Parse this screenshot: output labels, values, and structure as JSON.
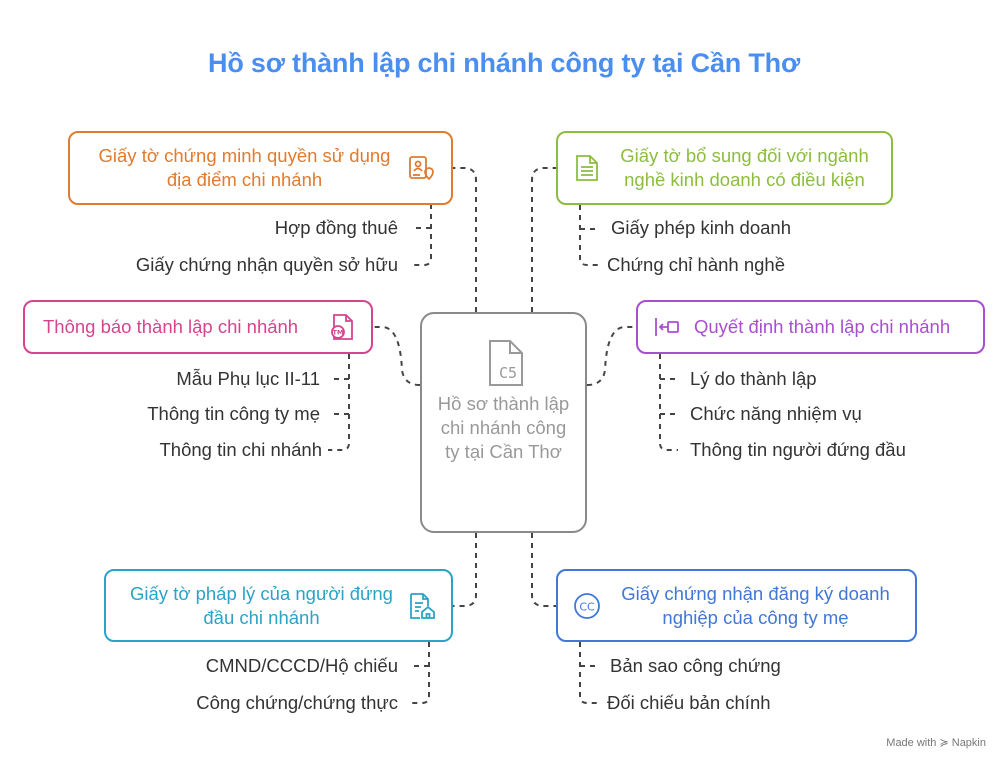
{
  "title": "Hồ sơ thành lập chi nhánh công ty tại Cần Thơ",
  "center": {
    "label": "Hồ sơ thành lập chi nhánh công ty tại Cần Thơ",
    "icon": "document-c5-icon",
    "icon_text": "C5",
    "color": "#8a8a8a"
  },
  "nodes": [
    {
      "label": "Giấy tờ chứng minh quyền sử dụng địa điểm chi nhánh",
      "color": "#e07b2f",
      "icon": "id-card-location-icon",
      "children": [
        "Hợp đồng thuê",
        "Giấy chứng nhận quyền sở hữu"
      ]
    },
    {
      "label": "Giấy tờ bổ sung đối với ngành nghề kinh doanh có điều kiện",
      "color": "#8cbd3f",
      "icon": "document-lines-icon",
      "children": [
        "Giấy phép kinh doanh",
        "Chứng chỉ hành nghề"
      ]
    },
    {
      "label": "Thông báo thành lập chi nhánh",
      "color": "#d6448f",
      "icon": "trademark-document-icon",
      "icon_text": "TM",
      "children": [
        "Mẫu Phụ lục II-11",
        "Thông tin công ty mẹ",
        "Thông tin chi nhánh"
      ]
    },
    {
      "label": "Quyết định thành lập chi nhánh",
      "color": "#a94ed1",
      "icon": "arrow-to-wall-icon",
      "children": [
        "Lý do thành lập",
        "Chức năng nhiệm vụ",
        "Thông tin người đứng đầu"
      ]
    },
    {
      "label": "Giấy tờ pháp lý của người đứng đầu chi nhánh",
      "color": "#2ba3c9",
      "icon": "legal-document-home-icon",
      "children": [
        "CMND/CCCD/Hộ chiếu",
        "Công chứng/chứng thực"
      ]
    },
    {
      "label": "Giấy chứng nhận đăng ký doanh nghiệp của công ty mẹ",
      "color": "#3f78d6",
      "icon": "cc-circle-icon",
      "icon_text": "CC",
      "children": [
        "Bản sao công chứng",
        "Đối chiếu bản chính"
      ]
    }
  ],
  "credit": "Made with ≽ Napkin"
}
